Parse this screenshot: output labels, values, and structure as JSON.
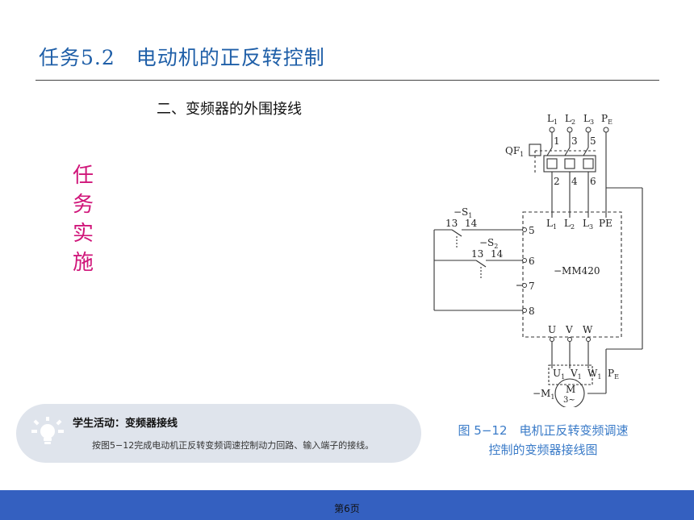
{
  "header": {
    "title": "任务5.2　电动机的正反转控制"
  },
  "section": {
    "heading": "二、变频器的外围接线"
  },
  "side_label": {
    "chars": [
      "任",
      "务",
      "实",
      "施"
    ]
  },
  "diagram": {
    "supply_labels": [
      "L",
      "L",
      "L",
      "P"
    ],
    "supply_subs": [
      "1",
      "2",
      "3",
      "E"
    ],
    "breaker_label": "QF",
    "breaker_sub": "1",
    "breaker_top_terminals": [
      "1",
      "3",
      "5"
    ],
    "breaker_bottom_terminals": [
      "2",
      "4",
      "6"
    ],
    "inverter_inputs": [
      "L",
      "L",
      "L",
      "PE"
    ],
    "inverter_input_subs": [
      "1",
      "2",
      "3",
      ""
    ],
    "inverter_name": "−MM420",
    "switch1_label": "−S",
    "switch1_sub": "1",
    "switch1_pins": [
      "13",
      "14"
    ],
    "switch2_label": "−S",
    "switch2_sub": "2",
    "switch2_pins": [
      "13",
      "14"
    ],
    "input_terminals": [
      "5",
      "6",
      "7",
      "8"
    ],
    "output_terminals": [
      "U",
      "V",
      "W"
    ],
    "motor_terminals": [
      "U",
      "V",
      "W",
      "P"
    ],
    "motor_terminal_subs": [
      "1",
      "1",
      "1",
      "E"
    ],
    "motor_label": "−M",
    "motor_sub": "1",
    "motor_symbol": "M",
    "motor_phase": "3~"
  },
  "caption": {
    "line1": "图 5−12　电机正反转变频调速",
    "line2": "控制的变频器接线图"
  },
  "activity": {
    "title": "学生活动：变频器接线",
    "text": "按图5−12完成电动机正反转变频调速控制动力回路、输入端子的接线。"
  },
  "footer": {
    "page": "第6页"
  },
  "colors": {
    "title": "#1f5fa8",
    "accent": "#d0167a",
    "caption": "#3a7bc8",
    "footer": "#3460c0",
    "panel": "#dfe4ec"
  }
}
